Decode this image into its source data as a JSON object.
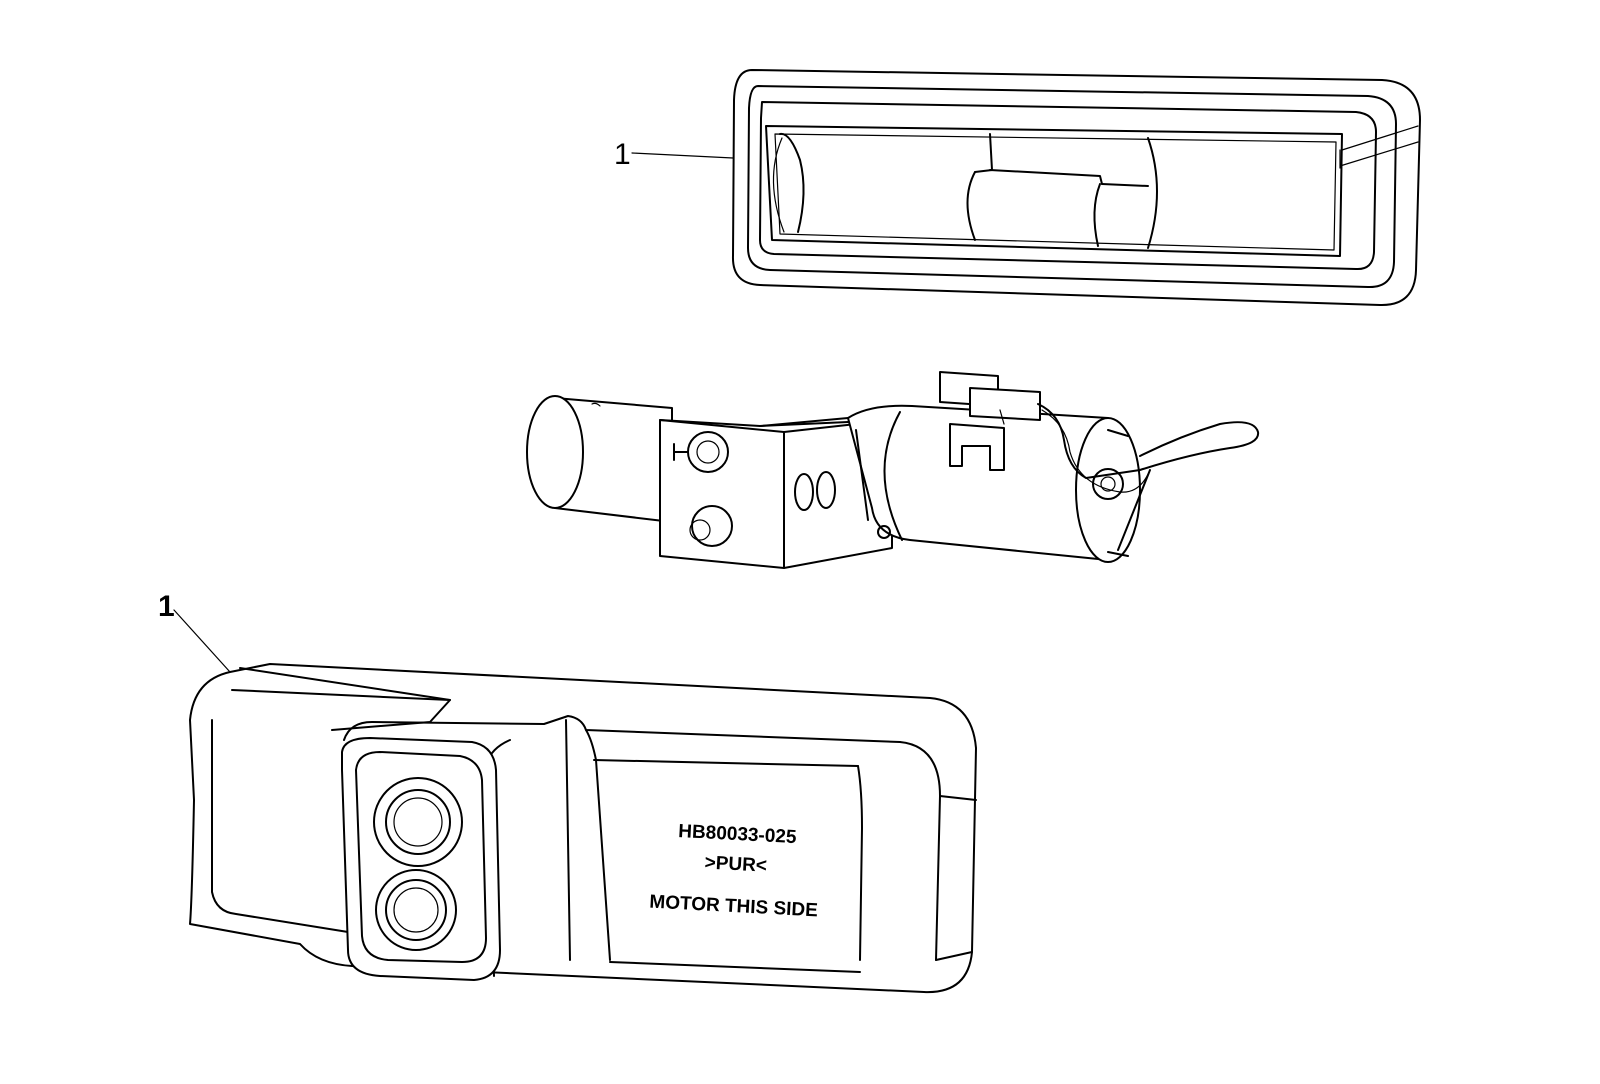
{
  "callouts": {
    "top": "1",
    "bottom": "1"
  },
  "housing_label": {
    "line1": "HB80033-025",
    "line2": ">PUR<",
    "line3": "MOTOR THIS SIDE"
  }
}
